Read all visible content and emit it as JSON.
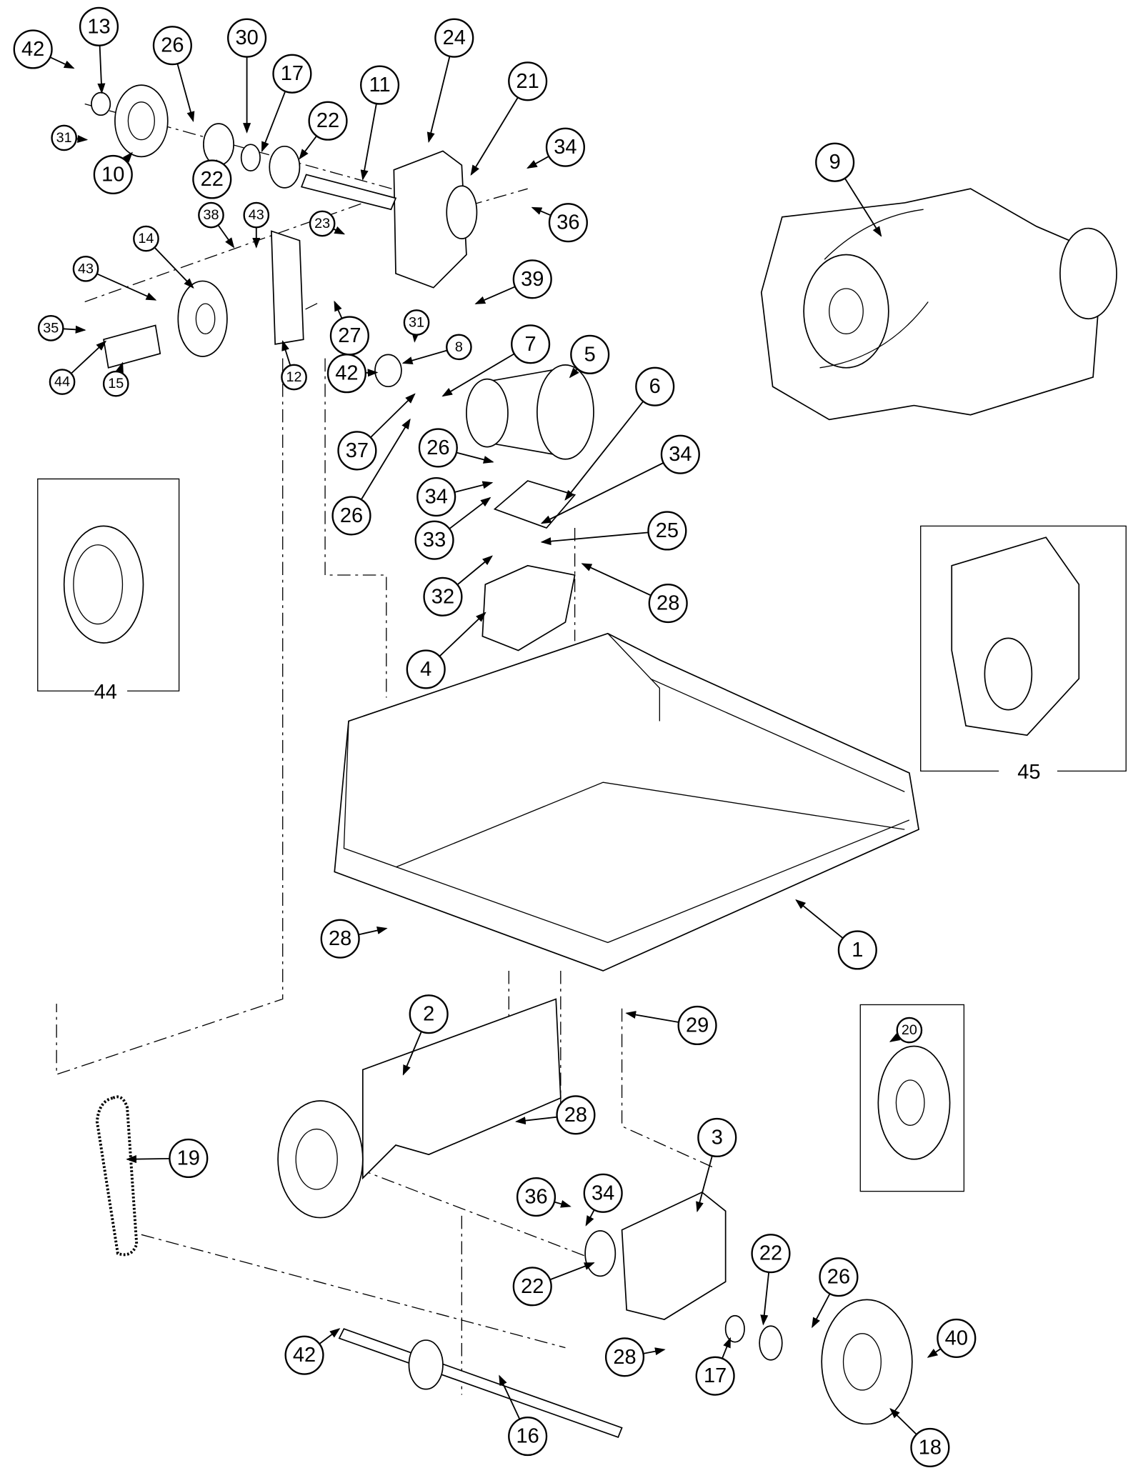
{
  "diagram": {
    "type": "exploded parts diagram",
    "callouts": [
      "42",
      "13",
      "26",
      "30",
      "17",
      "22",
      "11",
      "24",
      "21",
      "34",
      "36",
      "9",
      "31",
      "10",
      "22",
      "38",
      "43",
      "14",
      "43",
      "23",
      "39",
      "35",
      "44",
      "15",
      "12",
      "27",
      "31",
      "8",
      "7",
      "5",
      "42",
      "6",
      "37",
      "26",
      "34",
      "34",
      "26",
      "33",
      "25",
      "32",
      "28",
      "4",
      "28",
      "1",
      "2",
      "29",
      "20",
      "28",
      "19",
      "3",
      "36",
      "34",
      "22",
      "22",
      "26",
      "40",
      "42",
      "17",
      "28",
      "16",
      "18"
    ],
    "insets": [
      {
        "label": "44"
      },
      {
        "label": "45"
      },
      {
        "label": "20"
      }
    ]
  }
}
